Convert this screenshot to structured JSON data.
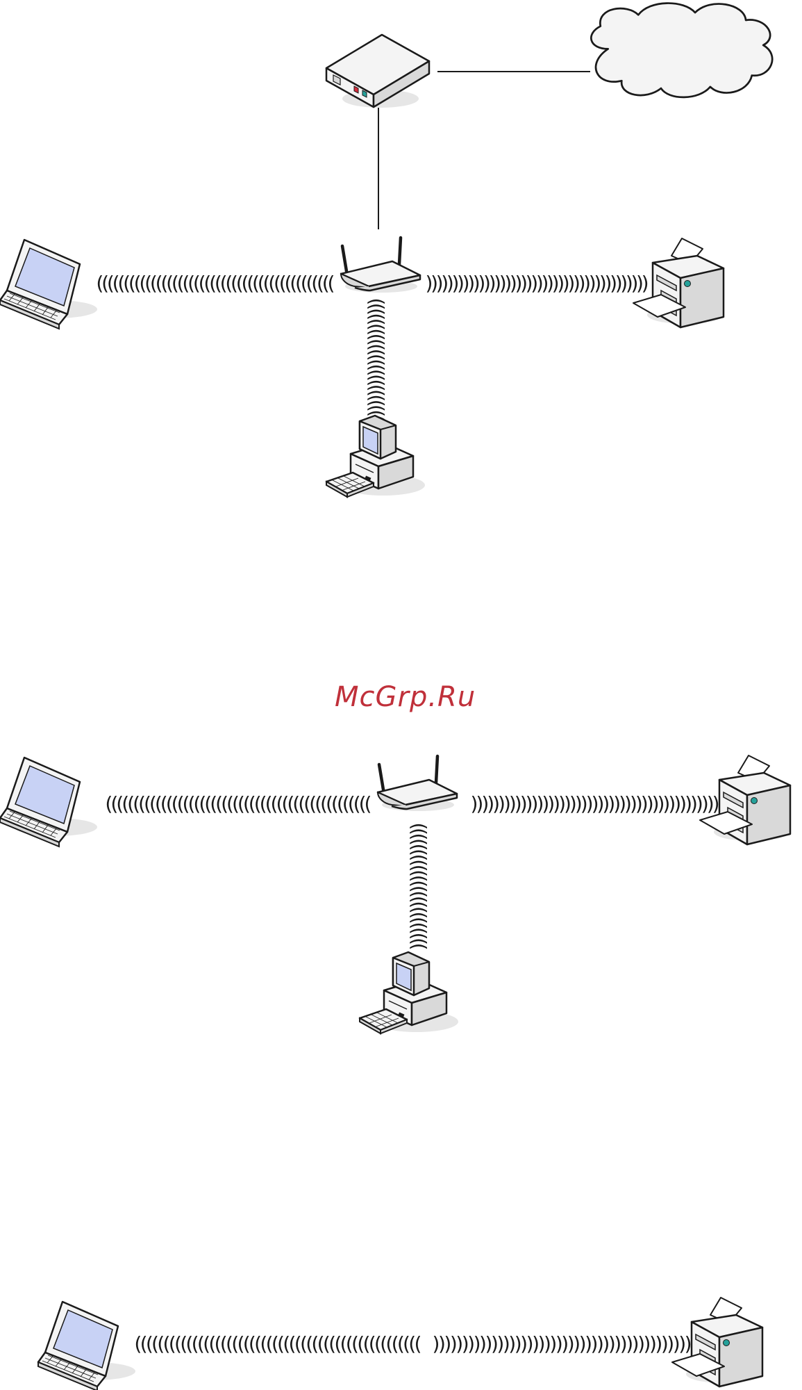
{
  "watermark": {
    "text": "McGrp.Ru",
    "color": "#c0303a"
  },
  "colors": {
    "outline": "#1a1a1a",
    "device_fill": "#f4f4f4",
    "device_shade": "#d9d9d9",
    "screen": "#c8d2f5",
    "shadow": "#e6e6e6",
    "led_red": "#d42a3a",
    "led_teal": "#25a19a"
  },
  "icons": [
    "modem-icon",
    "internet-cloud-icon",
    "wireless-router-icon",
    "laptop-icon",
    "printer-icon",
    "desktop-computer-icon"
  ],
  "diagrams": [
    {
      "name": "infrastructure-network-with-internet",
      "devices": [
        "modem",
        "internet",
        "wireless-router",
        "laptop",
        "printer",
        "desktop-computer"
      ]
    },
    {
      "name": "infrastructure-network",
      "devices": [
        "wireless-router",
        "laptop",
        "printer",
        "desktop-computer"
      ]
    },
    {
      "name": "ad-hoc-network",
      "devices": [
        "laptop",
        "printer"
      ]
    }
  ]
}
